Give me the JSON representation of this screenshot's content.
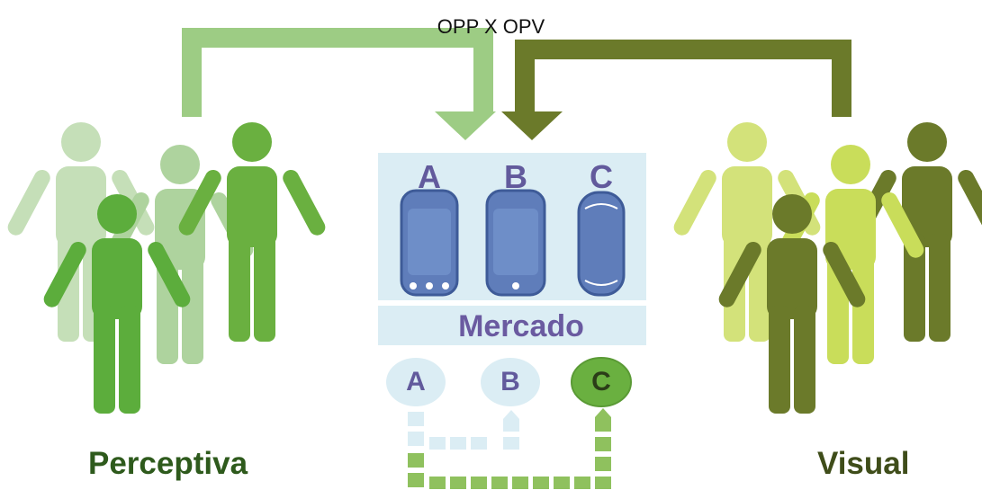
{
  "title": "OPP X OPV",
  "groups": {
    "left": "Perceptiva",
    "right": "Visual"
  },
  "market": {
    "label": "Mercado",
    "products": [
      "A",
      "B",
      "C"
    ],
    "options": [
      "A",
      "B",
      "C"
    ],
    "selected": "C"
  },
  "colors": {
    "light_green": "#9dcc84",
    "mid_green": "#6ab040",
    "pale_green": "#aed39e",
    "lime": "#c9dd5a",
    "olive": "#6b7a2a",
    "panel": "#dbedf4",
    "device": "#5f7dba"
  }
}
